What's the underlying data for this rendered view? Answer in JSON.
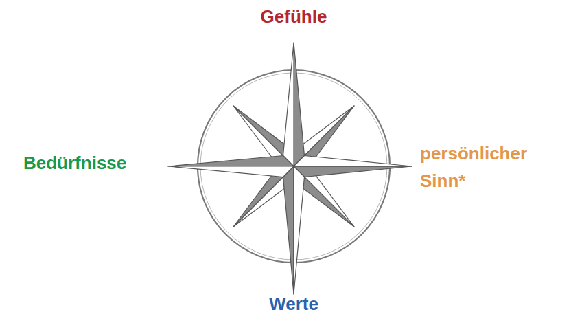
{
  "diagram": {
    "labels": [
      "Gefühle",
      "Bedürfnisse",
      "persönlicher Sinn*",
      "Werte"
    ]
  }
}
